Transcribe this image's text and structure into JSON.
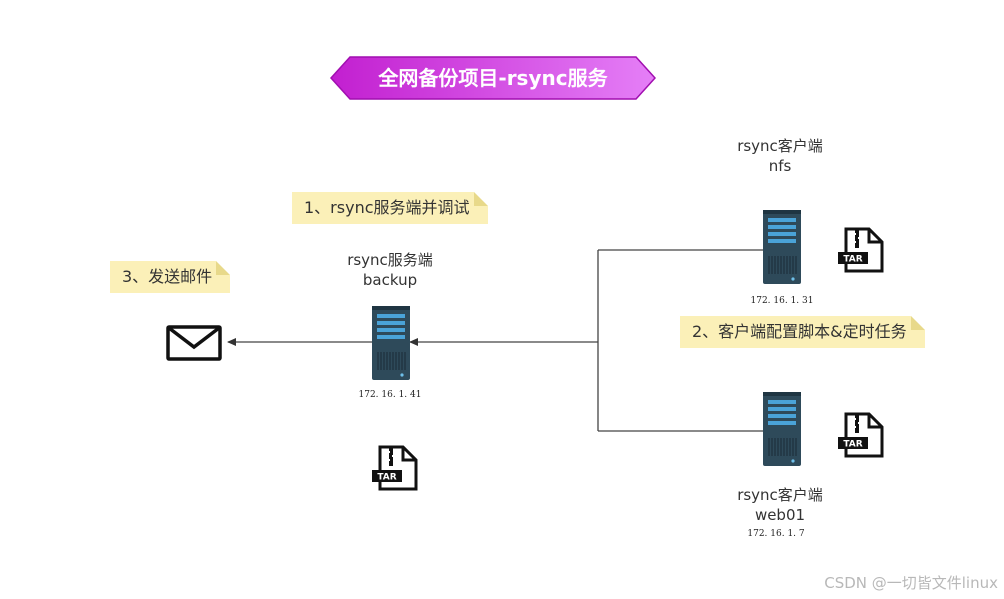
{
  "title": "全网备份项目-rsync服务",
  "steps": {
    "step1": "1、rsync服务端并调试",
    "step2": "2、客户端配置脚本&定时任务",
    "step3": "3、发送邮件"
  },
  "nodes": {
    "server": {
      "role": "rsync服务端",
      "name": "backup",
      "ip": "172. 16. 1. 41"
    },
    "client_nfs": {
      "role": "rsync客户端",
      "name": "nfs",
      "ip": "172. 16. 1. 31"
    },
    "client_web": {
      "role": "rsync客户端",
      "name": "web01",
      "ip": "172. 16. 1. 7"
    }
  },
  "icons": {
    "mail": "envelope-icon",
    "archive": "tar-file-icon",
    "server": "server-rack-icon",
    "tar_label": "TAR"
  },
  "colors": {
    "banner_start": "#c026d3",
    "banner_end": "#e879f9",
    "note_bg": "#fbf0b8",
    "server_body": "#2e4a5a",
    "server_accent": "#4aa3d8",
    "line": "#333333"
  },
  "watermark": "CSDN @一切皆文件linux"
}
